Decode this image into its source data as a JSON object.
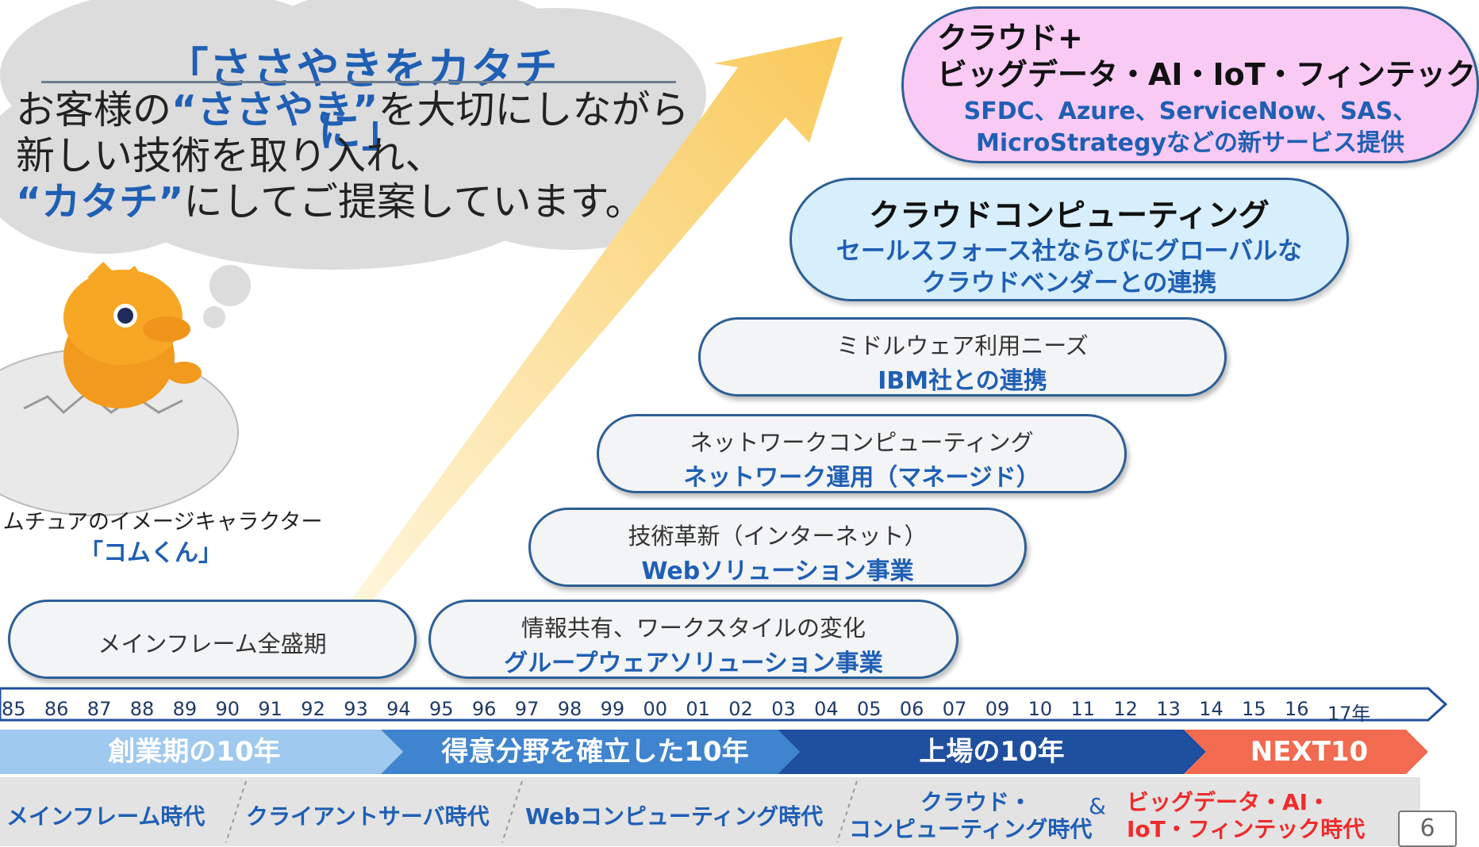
{
  "tagline": "「ささやきをカタチに」",
  "message": {
    "line1_pre": "お客様の",
    "line1_hl": "“ささやき”",
    "line1_post": "を大切にしながら",
    "line2": "新しい技術を取り入れ、",
    "line3_hl": "“カタチ”",
    "line3_post": "にしてご提案しています。"
  },
  "character": {
    "caption": "ムチュアのイメージキャラクター",
    "name": "「コムくん」"
  },
  "stages": {
    "mainframe": {
      "line1": "メインフレーム全盛期"
    },
    "groupware": {
      "line1": "情報共有、ワークスタイルの変化",
      "line2": "グループウェアソリューション事業"
    },
    "web": {
      "line1": "技術革新（インターネット）",
      "line2": "Webソリューション事業"
    },
    "network": {
      "line1": "ネットワークコンピューティング",
      "line2": "ネットワーク運用（マネージド）"
    },
    "middleware": {
      "line1": "ミドルウェア利用ニーズ",
      "line2": "IBM社との連携"
    },
    "cloud": {
      "line1": "クラウドコンピューティング",
      "line2": "セールスフォース社ならびにグローバルな",
      "line3": "クラウドベンダーとの連携"
    },
    "future": {
      "line1": "クラウド+",
      "line2": "ビッグデータ・AI・IoT・フィンテック",
      "line3": "SFDC、Azure、ServiceNow、SAS、",
      "line4": "MicroStrategyなどの新サービス提供"
    }
  },
  "years": [
    "85",
    "86",
    "87",
    "88",
    "89",
    "90",
    "91",
    "92",
    "93",
    "94",
    "95",
    "96",
    "97",
    "98",
    "99",
    "00",
    "01",
    "02",
    "03",
    "04",
    "05",
    "06",
    "07",
    "09",
    "10",
    "11",
    "12",
    "13",
    "14",
    "15",
    "16",
    "17年"
  ],
  "eras": [
    {
      "label": "創業期の10年",
      "color": "#9fc9ee"
    },
    {
      "label": "得意分野を確立した10年",
      "color": "#3f84cf"
    },
    {
      "label": "上場の10年",
      "color": "#1f4f9f"
    },
    {
      "label": "NEXT10",
      "color": "#f26a4f"
    }
  ],
  "bottom": {
    "mainframe": "メインフレーム時代",
    "client_server": "クライアントサーバ時代",
    "web_computing": "Webコンピューティング時代",
    "cloud_l1": "クラウド・",
    "cloud_l2": "コンピューティング時代",
    "amp": "&",
    "bigdata_l1": "ビッグデータ・AI・",
    "bigdata_l2": "IoT・フィンテック時代"
  },
  "page_number": "6"
}
